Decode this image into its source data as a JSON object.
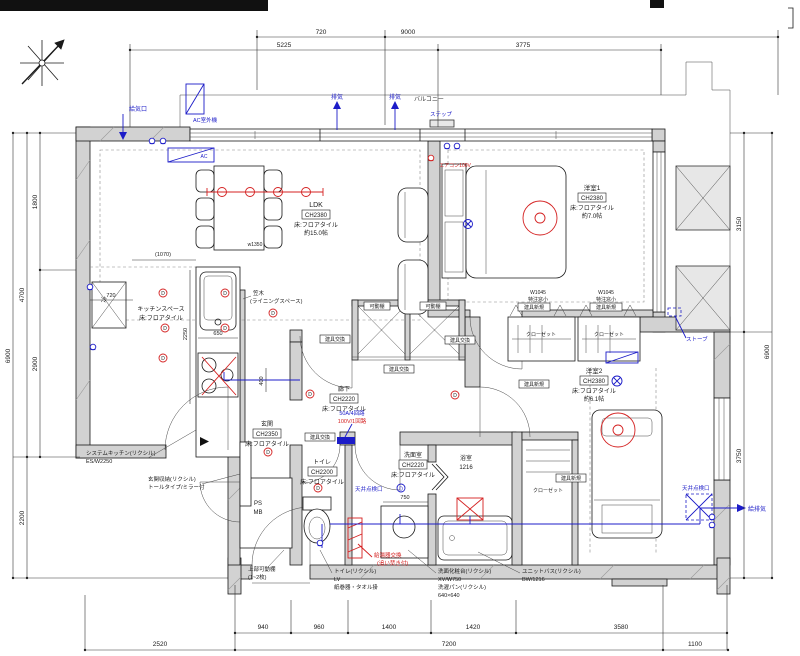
{
  "dims": {
    "t720": "720",
    "t9000": "9000",
    "t5225": "5225",
    "t3775": "3775",
    "l1800": "1800",
    "l2900": "2900",
    "l4700": "4700",
    "l2200": "2200",
    "l6900": "6900",
    "r3150": "3150",
    "r3750": "3750",
    "r6900": "6900",
    "b940": "940",
    "b960": "960",
    "b1400": "1400",
    "b1420": "1420",
    "b3580": "3580",
    "b2520": "2520",
    "b7200": "7200",
    "b1100": "1100",
    "i1070": "(1070)",
    "i720": "720",
    "i650": "650",
    "i2250": "2250",
    "i400": "400",
    "i750": "750",
    "table_w": "w1350"
  },
  "rooms": {
    "ldk": {
      "name": "LDK",
      "ch": "CH2380",
      "floor": "床:フロアタイル",
      "size": "約15.0帖"
    },
    "bedroom1": {
      "name": "洋室1",
      "ch": "CH2380",
      "floor": "床:フロアタイル",
      "size": "約7.0帖"
    },
    "bedroom2": {
      "name": "洋室2",
      "ch": "CH2380",
      "floor": "床:フロアタイル",
      "size": "約6.1帖"
    },
    "kitchen": {
      "name": "キッチンスペース",
      "floor": "床:フロアタイル"
    },
    "hallway": {
      "name": "廊下",
      "ch": "CH2220",
      "floor": "床:フロアタイル"
    },
    "entrance": {
      "name": "玄関",
      "ch": "CH2350",
      "floor": "床:フロアタイル"
    },
    "toilet": {
      "name": "トイレ",
      "ch": "CH2200",
      "floor": "床:フロアタイル"
    },
    "washroom": {
      "name": "洗面室",
      "ch": "CH2220",
      "floor": "床:フロアタイル"
    },
    "bathroom": {
      "name": "浴室",
      "size": "1216"
    }
  },
  "labels": {
    "balcony": "バルコニー",
    "step": "ステップ",
    "haiki": "排気",
    "kyukiko": "給気口",
    "ac_outdoor": "AC室外機",
    "ac": "AC",
    "kasagi1": "笠木",
    "kasagi2": "(ライニングスペース)",
    "rei": "冷",
    "syskitchen1": "システムキッチン(リクシル)",
    "syskitchen2": "ES/W2250",
    "genkan_storage1": "玄関収納(リクシル)",
    "genkan_storage2": "トールタイプ/ミラー付",
    "ps": "PS",
    "mb": "MB",
    "kado_tana": "可動棚",
    "tategu_koukan": "建具交換",
    "tategu_shinki": "建具新規",
    "closet": "クローゼット",
    "w1045": "W1045",
    "tokuchu_mado": "特注窓小",
    "stove": "ストーブ",
    "tenjo_tenkenko": "天井点検口",
    "kyuhaiki": "給排気",
    "breaker_blue": "50A/4回路",
    "breaker_red": "100V/1回路",
    "aircon_outlet": "エアコン100V",
    "jobu_kado1": "上部可動棚",
    "jobu_kado2": "(1~2枚)",
    "toilet_spec1": "トイレ(リクシル)",
    "toilet_spec2": "LV",
    "toilet_spec3": "紙巻器・タオル掛",
    "vanity1": "洗面化粧台(リクシル)",
    "vanity2": "XV/W750",
    "vanity3": "洗濯パン(リクシル)",
    "vanity4": "640×640",
    "unitbath1": "ユニットバス(リクシル)",
    "unitbath2": "BW/1216",
    "boiler1": "給湯器交換",
    "boiler2": "(追い焚き付)",
    "downlight": "D"
  },
  "colors": {
    "wall_gray": "#d2d2d2",
    "annotation_blue": "#1c1cc8",
    "annotation_red": "#d42020"
  }
}
